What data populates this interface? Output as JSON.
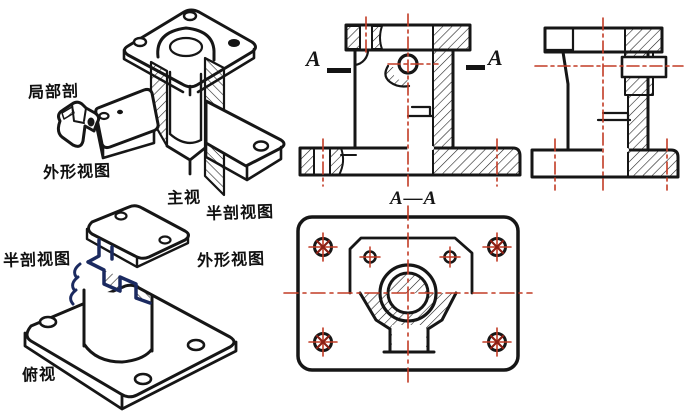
{
  "figure": {
    "type": "engineering-drawing",
    "subject": "half-section views teaching figure",
    "colors": {
      "line": "#161616",
      "center_line": "#c23b25",
      "hole_mark_red": "#8a2015",
      "cut_edge_highlight": "#1b2a60",
      "background": "#ffffff"
    },
    "views": [
      {
        "name": "pictorial-front-cutaway",
        "captions": [
          "主视",
          "半剖视图"
        ]
      },
      {
        "name": "partial-section-piece",
        "captions": [
          "局部剖",
          "外形视图"
        ]
      },
      {
        "name": "pictorial-top-cutaway",
        "captions": [
          "俯视",
          "半剖视图",
          "外形视图"
        ]
      },
      {
        "name": "orthographic-front-view",
        "captions": [
          "A",
          "A"
        ]
      },
      {
        "name": "orthographic-side-view",
        "captions": []
      },
      {
        "name": "section-view-A-A",
        "captions": [
          "A—A"
        ]
      }
    ]
  },
  "labels": {
    "partial_section": "局部剖",
    "outline_view_1": "外形视图",
    "main_view": "主视",
    "half_section_1": "半剖视图",
    "half_section_2": "半剖视图",
    "outline_view_2": "外形视图",
    "top_view": "俯视",
    "section_letter": "A",
    "section_title": "A—A"
  }
}
